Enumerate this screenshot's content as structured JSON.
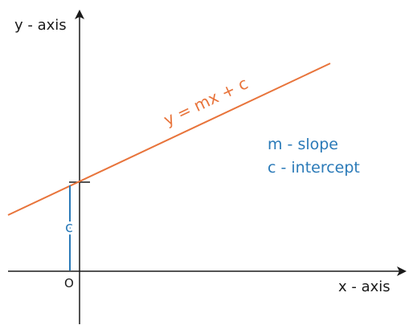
{
  "diagram": {
    "y_axis_label": "y - axis",
    "x_axis_label": "x - axis",
    "origin_label": "O",
    "equation": "y = mx + c",
    "intercept_marker": "c",
    "legend": {
      "slope": "m - slope",
      "intercept": "c - intercept"
    }
  },
  "colors": {
    "axis": "#1a1a1a",
    "line": "#e8743b",
    "annotation": "#2a7ab8"
  }
}
